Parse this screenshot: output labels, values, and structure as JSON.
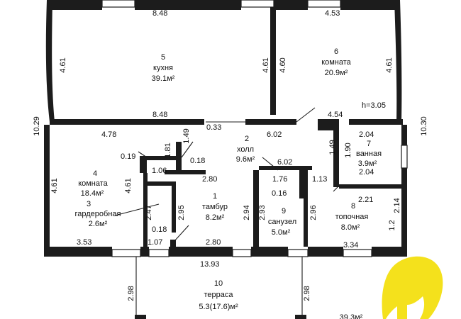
{
  "dimensions": {
    "d_848_top": "8.48",
    "d_453_top": "4.53",
    "d_461_left_kitchen": "4.61",
    "d_461_kitchen_right": "4.61",
    "d_460": "4.60",
    "d_461_right": "4.61",
    "d_1029": "10.29",
    "d_848_mid": "8.48",
    "d_033": "0.33",
    "d_149": "1.49",
    "d_478": "4.78",
    "d_602_hall": "6.02",
    "d_454": "4.54",
    "h_305": "h=3.05",
    "d_1030": "10.30",
    "d_204_top": "2.04",
    "d_181": "1.81",
    "d_019": "0.19",
    "d_018_a": "0.18",
    "d_106": "1.06",
    "d_280_a": "2.80",
    "d_602_b": "6.02",
    "d_149_b": "1.49",
    "d_190": "1.90",
    "d_176": "1.76",
    "d_113": "1.13",
    "d_204_b": "2.04",
    "d_461_left_room4": "4.61",
    "d_461_room4_right": "4.61",
    "d_016": "0.16",
    "d_221": "2.21",
    "d_214": "2.14",
    "d_247": "2.47",
    "d_295": "2.95",
    "d_294": "2.94",
    "d_293": "2.93",
    "d_296": "2.96",
    "d_018_b": "0.18",
    "d_353": "3.53",
    "d_107": "1.07",
    "d_280_b": "2.80",
    "d_334": "3.34",
    "d_1393": "13.93",
    "d_298_left": "2.98",
    "d_298_right": "2.98",
    "d_12": "1.2"
  },
  "rooms": [
    {
      "number": "5",
      "name": "кухня",
      "area": "39.1м²"
    },
    {
      "number": "6",
      "name": "комната",
      "area": "20.9м²"
    },
    {
      "number": "2",
      "name": "холл",
      "area": "9.6м²"
    },
    {
      "number": "7",
      "name": "ванная",
      "area": "3.9м²"
    },
    {
      "number": "4",
      "name": "комната",
      "area": "18.4м²"
    },
    {
      "number": "3",
      "name": "гардеробная",
      "area": "2.6м²"
    },
    {
      "number": "1",
      "name": "тамбур",
      "area": "8.2м²"
    },
    {
      "number": "9",
      "name": "санузел",
      "area": "5.0м²"
    },
    {
      "number": "8",
      "name": "топочная",
      "area": "8.0м²"
    },
    {
      "number": "10",
      "name": "терраса",
      "area": "5.3(17.6)м²"
    }
  ],
  "total_area": "39.3м²",
  "colors": {
    "walls": "#1c1c1c",
    "logo": "#f4e11c",
    "background": "#ffffff"
  }
}
